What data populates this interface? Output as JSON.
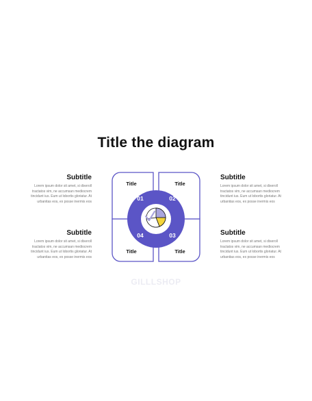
{
  "title": "Title the diagram",
  "watermark": "GILLLSHOP",
  "colors": {
    "accent": "#5b55c6",
    "pie_light": "#a9a5dd",
    "pie_yellow": "#f4d43a",
    "ink": "#111111",
    "body_text": "#777777"
  },
  "sections": [
    {
      "subtitle": "Subtitle",
      "body": [
        "Lorem ipsum dolor sit amet, si dixeroll",
        "tractatos vim, ne accumsan mediocrem",
        "tincidunt ius. Eum ut lobortis gloriatur. At",
        "urbanitas eos, ex posse inermis eos"
      ]
    },
    {
      "subtitle": "Subtitle",
      "body": [
        "Lorem ipsum dolor sit amet, si dixeroll",
        "tractatos vim, ne accumsan mediocrem",
        "tincidunt ius. Eum ut lobortis gloriatur. At",
        "urbanitas eos, ex posse inermis eos"
      ]
    },
    {
      "subtitle": "Subtitle",
      "body": [
        "Lorem ipsum dolor sit amet, si dixeroll",
        "tractatos vim, ne accumsan mediocrem",
        "tincidunt ius. Eum ut lobortis gloriatur. At",
        "urbanitas eos, ex posse inermis eos"
      ]
    },
    {
      "subtitle": "Subtitle",
      "body": [
        "Lorem ipsum dolor sit amet, si dixeroll",
        "tractatos vim, ne accumsan mediocrem",
        "tincidunt ius. Eum ut lobortis gloriatur. At",
        "urbanitas eos, ex posse inermis eos"
      ]
    }
  ],
  "tiles": [
    {
      "label": "Title",
      "number": "01"
    },
    {
      "label": "Title",
      "number": "02"
    },
    {
      "label": "Title",
      "number": "03"
    },
    {
      "label": "Title",
      "number": "04"
    }
  ],
  "center_icon": "pie-chart-with-checkmark-icon"
}
